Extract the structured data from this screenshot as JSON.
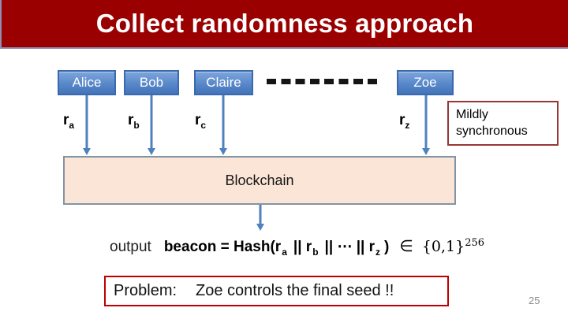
{
  "slide": {
    "title": "Collect randomness approach",
    "page_number": "25"
  },
  "parties": [
    {
      "name": "Alice",
      "r_base": "r",
      "r_sub": "a"
    },
    {
      "name": "Bob",
      "r_base": "r",
      "r_sub": "b"
    },
    {
      "name": "Claire",
      "r_base": "r",
      "r_sub": "c"
    },
    {
      "name": "Zoe",
      "r_base": "r",
      "r_sub": "z"
    }
  ],
  "blockchain": {
    "label": "Blockchain"
  },
  "note": {
    "text": "Mildly synchronous"
  },
  "equation": {
    "output_label": "output",
    "hash_head": "beacon = Hash(r",
    "sub_a": "a",
    "concat_1": "|| r",
    "sub_b": "b",
    "concat_2": "|| ⋯ || r",
    "sub_z": "z",
    "close_paren": ")",
    "in_symbol": "∈",
    "set_text": "{0,1}",
    "set_exponent": "256"
  },
  "problem": {
    "prefix": "Problem:",
    "text": "Zoe controls the final seed !!"
  },
  "colors": {
    "title_bar": "#9a0000",
    "party_box": "#4f81bd",
    "arrow": "#4f81bd",
    "blockchain_fill": "#fbe5d6",
    "note_border": "#953735",
    "problem_border": "#c00000"
  }
}
